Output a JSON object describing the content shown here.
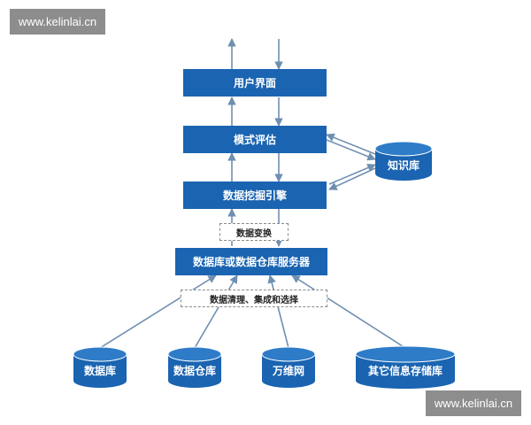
{
  "watermark": {
    "top_text": "www.kelinlai.cn",
    "bottom_text": "www.kelinlai.cn"
  },
  "diagram": {
    "layers": {
      "ui": "用户界面",
      "pattern_eval": "模式评估",
      "mining_engine": "数据挖掘引擎",
      "db_server": "数据库或数据仓库服务器"
    },
    "knowledge_base": "知识库",
    "transform_label": "数据变换",
    "cleaning_label": "数据清理、集成和选择",
    "sources": [
      "数据库",
      "数据仓库",
      "万维网",
      "其它信息存储库"
    ]
  },
  "colors": {
    "box_fill": "#1a64b1",
    "arrow": "#6f8fb0",
    "cylinder_side": "#1a64b1",
    "cylinder_top": "#2e7cc8"
  }
}
